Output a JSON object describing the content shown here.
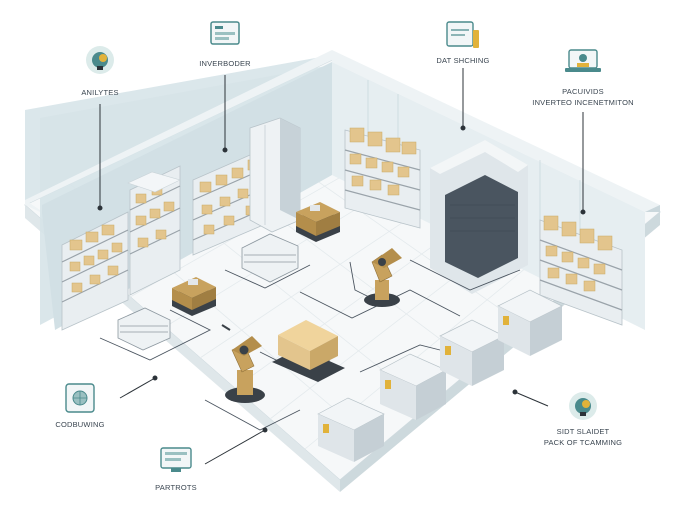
{
  "labels": {
    "analytics": "ANILYTES",
    "inventory": "INVERBODER",
    "data_sharing": "DAT SHCHING",
    "inventory_mgmt_line1": "PACUIVIDS",
    "inventory_mgmt_line2": "INVERTEO INCENETMITON",
    "conveying": "CODBUWING",
    "smart_packing_line1": "SIDT SLAIDET",
    "smart_packing_line2": "PACK OF TCAMMING",
    "parts": "PARTROTS"
  },
  "icons": {
    "analytics": "lightbulb-gear-icon",
    "inventory": "monitor-list-icon",
    "data_sharing": "document-chart-icon",
    "inventory_mgmt": "laptop-person-icon",
    "conveying": "tablet-globe-icon",
    "smart_packing": "bulb-gear-icon",
    "parts": "monitor-screen-icon"
  },
  "colors": {
    "floor": "#f6f8f9",
    "wall": "#d9e6ea",
    "wall_top": "#eef3f5",
    "shelf": "#9aa3aa",
    "box": "#e3c58d",
    "robot": "#c8a25e",
    "crate": "#e6eaed",
    "accent_teal": "#4a8a8c",
    "accent_yellow": "#e1b23a",
    "line": "#2c3339"
  }
}
